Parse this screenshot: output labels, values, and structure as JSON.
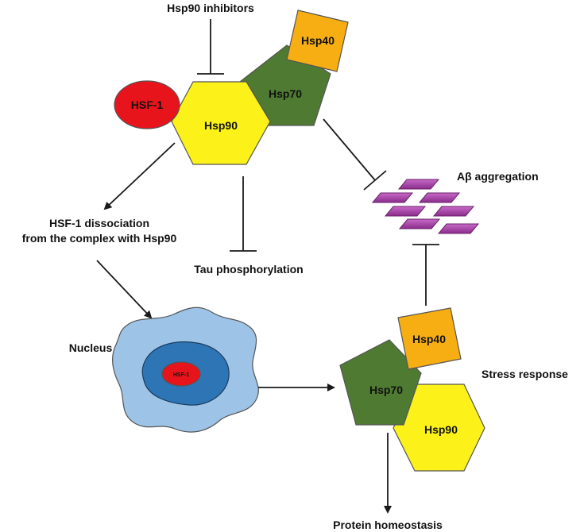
{
  "labels": {
    "hsp90_inhibitors": "Hsp90 inhibitors",
    "hsf1": "HSF-1",
    "hsp90_top": "Hsp90",
    "hsp70_top": "Hsp70",
    "hsp40_top": "Hsp40",
    "ab_aggregation": "Aβ aggregation",
    "hsf1_dissociation_line1": "HSF-1 dissociation",
    "hsf1_dissociation_line2": "from the complex with Hsp90",
    "tau_phosphorylation": "Tau phosphorylation",
    "nucleus": "Nucleus",
    "nucleus_hsf1": "HSF-1",
    "hsp40_bottom": "Hsp40",
    "hsp70_bottom": "Hsp70",
    "hsp90_bottom": "Hsp90",
    "stress_response": "Stress response",
    "protein_homeostasis": "Protein homeostasis"
  },
  "colors": {
    "hsf1": "#e8141b",
    "hsp90": "#fcf21a",
    "hsp70": "#4f7a31",
    "hsp40": "#f6ae12",
    "ab_aggregate": "#9c3d9c",
    "nucleus_outer": "#9dc3e6",
    "nucleus_inner": "#1f4e79",
    "nucleus_mid": "#2e75b6"
  }
}
